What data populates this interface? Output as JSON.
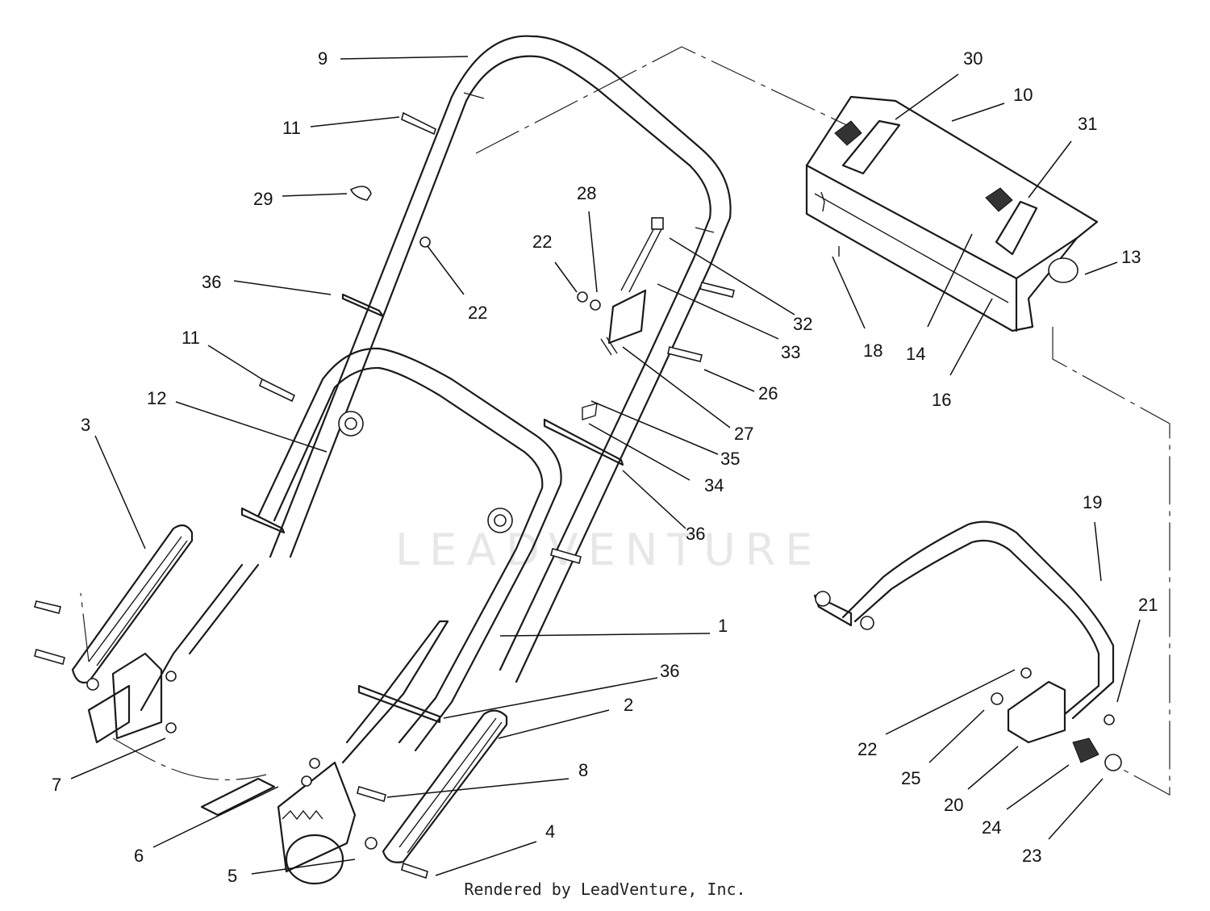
{
  "watermark": "LEADVENTURE",
  "footer": "Rendered by LeadVenture, Inc.",
  "callouts": [
    "9",
    "11",
    "29",
    "36",
    "22",
    "11",
    "12",
    "3",
    "7",
    "6",
    "5",
    "4",
    "8",
    "2",
    "36",
    "1",
    "36",
    "34",
    "35",
    "27",
    "26",
    "33",
    "32",
    "22",
    "28",
    "30",
    "10",
    "31",
    "13",
    "18",
    "14",
    "16",
    "19",
    "21",
    "22",
    "25",
    "20",
    "24",
    "23"
  ],
  "colors": {
    "line": "#1a1a1a",
    "background": "#ffffff",
    "watermark": "#bdbdbd"
  }
}
